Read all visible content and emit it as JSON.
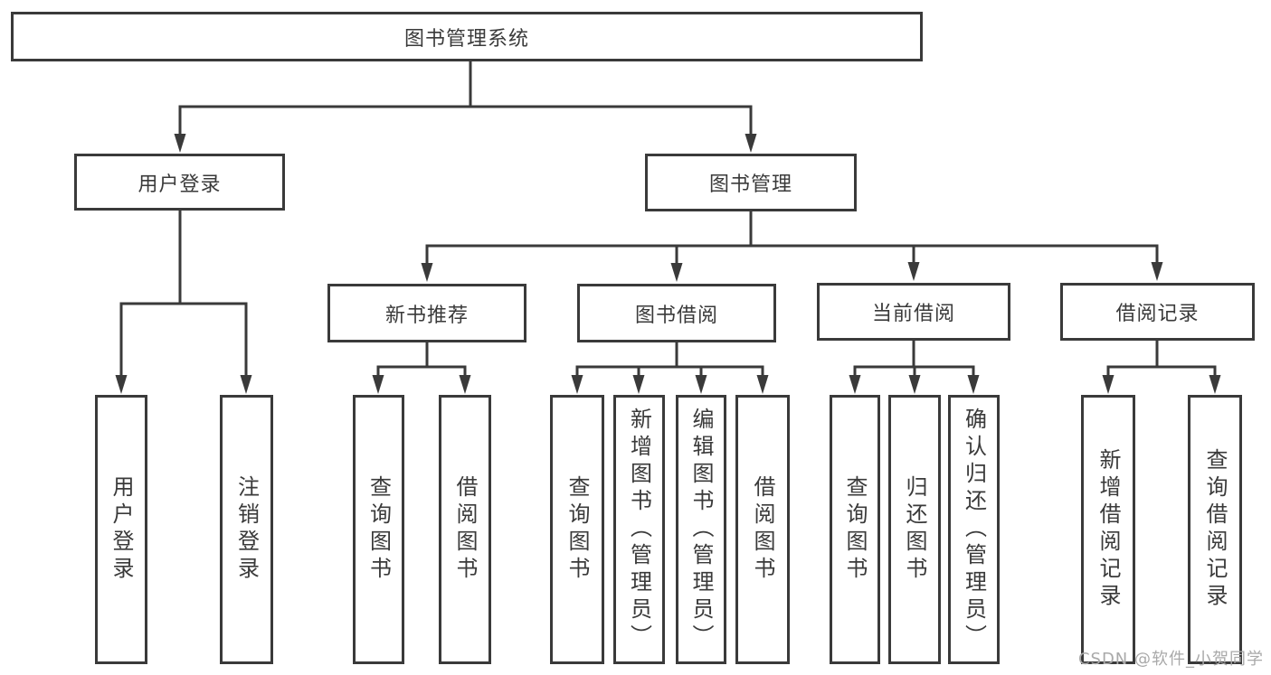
{
  "root": {
    "label": "图书管理系统"
  },
  "level1": [
    {
      "key": "user-login",
      "label": "用户登录"
    },
    {
      "key": "book-management",
      "label": "图书管理"
    }
  ],
  "level2": [
    {
      "key": "new-book-recommend",
      "label": "新书推荐",
      "parent": "book-management"
    },
    {
      "key": "book-borrowing",
      "label": "图书借阅",
      "parent": "book-management"
    },
    {
      "key": "current-borrowing",
      "label": "当前借阅",
      "parent": "book-management"
    },
    {
      "key": "borrowing-records",
      "label": "借阅记录",
      "parent": "book-management"
    }
  ],
  "level3": [
    {
      "parent": "user-login",
      "label": "用户登录"
    },
    {
      "parent": "user-login",
      "label": "注销登录"
    },
    {
      "parent": "new-book-recommend",
      "label": "查询图书"
    },
    {
      "parent": "new-book-recommend",
      "label": "借阅图书"
    },
    {
      "parent": "book-borrowing",
      "label": "查询图书"
    },
    {
      "parent": "book-borrowing",
      "label": "新增图书（管理员）"
    },
    {
      "parent": "book-borrowing",
      "label": "编辑图书（管理员）"
    },
    {
      "parent": "book-borrowing",
      "label": "借阅图书"
    },
    {
      "parent": "current-borrowing",
      "label": "查询图书"
    },
    {
      "parent": "current-borrowing",
      "label": "归还图书"
    },
    {
      "parent": "current-borrowing",
      "label": "确认归还（管理员）"
    },
    {
      "parent": "borrowing-records",
      "label": "新增借阅记录"
    },
    {
      "parent": "borrowing-records",
      "label": "查询借阅记录"
    }
  ],
  "watermark": {
    "text": "CSDN @软件_小贺同学"
  },
  "colors": {
    "line": "#3a3a3a",
    "text": "#3a3a3a",
    "box_background": "#ffffff",
    "watermark": "#a9a9a9",
    "background": "#ffffff"
  }
}
